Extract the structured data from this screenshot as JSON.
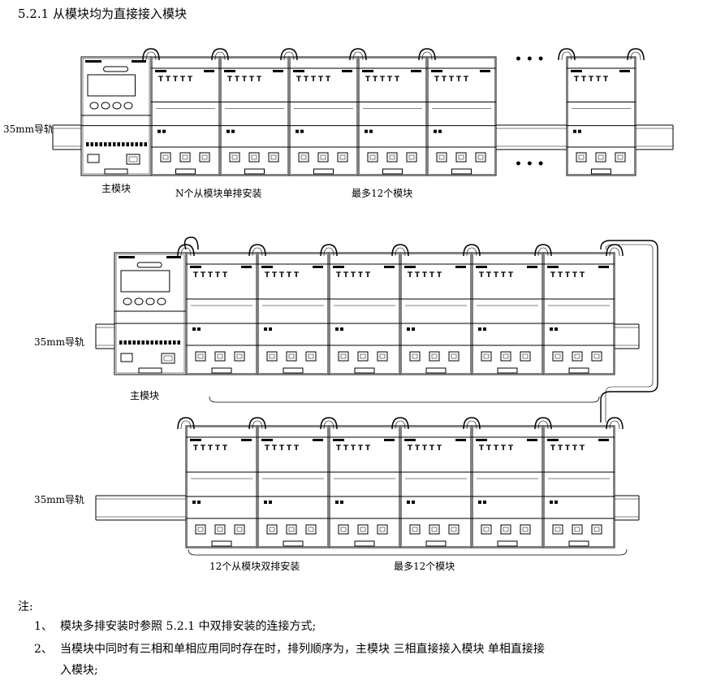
{
  "section": {
    "number": "5.2.1",
    "title": "从模块均为直接接入模块"
  },
  "upper_diagram": {
    "rail_label": "35mm导轨",
    "main_module_label": "主模块",
    "single_row_label": "N个从模块单排安装",
    "max_label": "最多12个模块",
    "ellipsis": "• • •"
  },
  "lower_diagram": {
    "rail_label_top": "35mm导轨",
    "rail_label_bottom": "35mm导轨",
    "main_module_label": "主模块",
    "double_row_label": "12个从模块双排安装",
    "max_label": "最多12个模块"
  },
  "notes": {
    "heading": "注:",
    "items": [
      {
        "num": "1、",
        "text": "模块多排安装时参照 5.2.1 中双排安装的连接方式;"
      },
      {
        "num": "2、",
        "text": "当模块中同时有三相和单相应用同时存在时，排列顺序为，主模块  三相直接接入模块  单相直接接"
      },
      {
        "num": "",
        "text": "入模块;"
      }
    ]
  }
}
